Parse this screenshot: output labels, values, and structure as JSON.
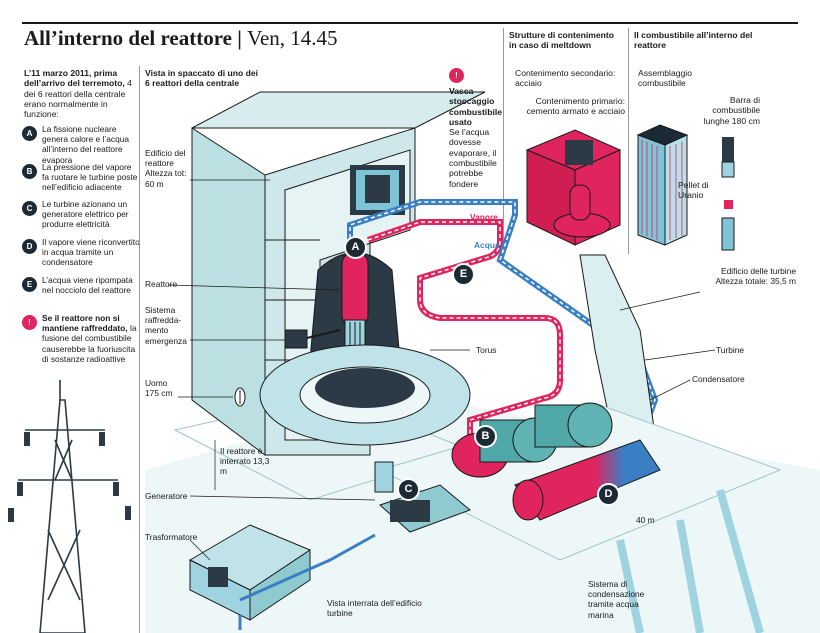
{
  "header": {
    "title": "All’interno del reattore",
    "date": "Ven, 14.45"
  },
  "intro": {
    "date_bold": "L’11 marzo 2011, prima dell’arrivo del terremoto,",
    "rest": "4 dei 6 reattori della centrale erano normalmente in funzione:"
  },
  "steps": [
    {
      "letter": "A",
      "text": "La fissione nucleare genera calore e l’acqua all’interno del reattore evapora"
    },
    {
      "letter": "B",
      "text": "La pressione del vapore fa ruotare le turbine poste nell’edificio adiacente"
    },
    {
      "letter": "C",
      "text": "Le turbine azionano un generatore elettrico per produrre elettricità"
    },
    {
      "letter": "D",
      "text": "Il vapore viene riconvertito in acqua tramite un condensatore"
    },
    {
      "letter": "E",
      "text": "L’acqua viene ripompata nel nocciolo del reattore"
    }
  ],
  "warning": {
    "icon": "!",
    "bold": "Se il reattore non si mantiene raffreddato,",
    "text": "la fusione del combustibile causerebbe la fuoriuscita di sostanze radioattive"
  },
  "cutaway": {
    "title": "Vista in spaccato di uno dei 6 reattori della centrale"
  },
  "pool": {
    "icon": "!",
    "title": "Vasca stoccaggio combustibile usato",
    "text": "Se l’acqua dovesse evaporare, il combustibile potrebbe fondere"
  },
  "containment": {
    "title": "Strutture di contenimento in caso di meltdown",
    "secondary": "Contenimento secondario: acciaio",
    "primary": "Contenimento primario: cemento armato e acciaio"
  },
  "fuel": {
    "title": "Il combustibile all’interno del reattore",
    "assembly": "Assemblaggio combustibile",
    "rods": "Barra di combustibile lunghe 180 cm",
    "pellets": "Pellet di Uranio"
  },
  "labels": {
    "reactor_building": "Edificio del reattore Altezza tot: 60 m",
    "reactor": "Reattore",
    "cooling": "Sistema raffredda-mento emergenza",
    "man": "Uomo 175 cm",
    "reactor_underground": "Il reattore è interrato 13,3 m",
    "generator": "Generatore",
    "transformer": "Trasformatore",
    "steam": "Vapore",
    "water": "Acqua",
    "torus": "Torus",
    "turbine_building": "Edificio delle turbine Altezza totale: 35,5 m",
    "turbine": "Turbine",
    "condenser": "Condensatore",
    "distance": "40 m",
    "sea_cooling": "Sistema di condensazione tramite acqua marina",
    "underground_turbine": "Vista interrata dell’edificio turbine"
  },
  "diagram_letters": [
    "A",
    "B",
    "C",
    "D",
    "E"
  ],
  "colors": {
    "steam": "#e0245e",
    "water": "#3a7fc4",
    "dark": "#1c2a35",
    "building": "#c9e4e6",
    "teal": "#5fb3b3"
  }
}
